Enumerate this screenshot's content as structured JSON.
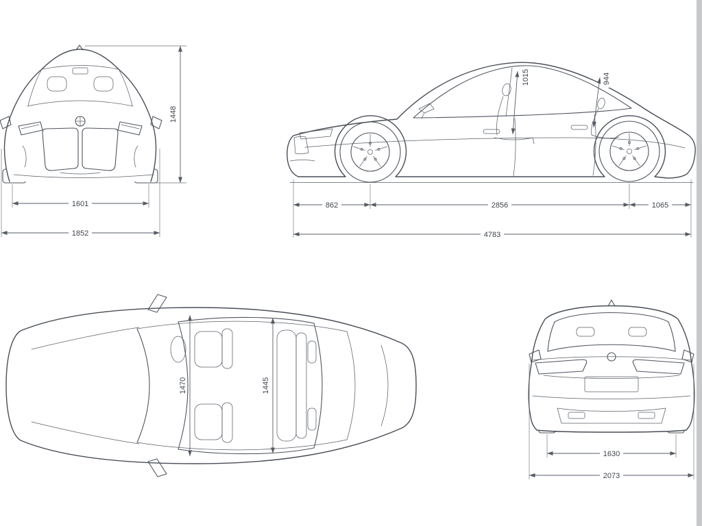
{
  "colors": {
    "line": "#4e545e",
    "background": "#ffffff",
    "edge_strip": "#c6c8ca"
  },
  "views": {
    "front": {
      "height": "1448",
      "track": "1601",
      "overall_width": "1852"
    },
    "side": {
      "front_headroom": "1015",
      "rear_headroom": "944",
      "front_overhang": "862",
      "wheelbase": "2856",
      "rear_overhang": "1065",
      "overall_length": "4783"
    },
    "top": {
      "front_interior_width": "1470",
      "rear_interior_width": "1445"
    },
    "rear": {
      "track": "1630",
      "width_incl_mirrors": "2073"
    }
  }
}
